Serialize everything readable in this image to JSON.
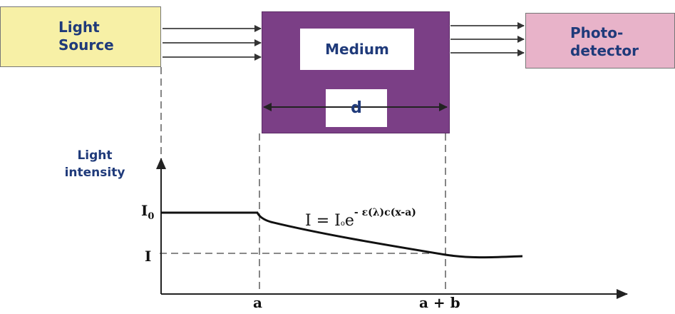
{
  "source": {
    "label_line1": "Light",
    "label_line2": "Source"
  },
  "detector": {
    "label_line1": "Photo-",
    "label_line2": "detector"
  },
  "medium": {
    "label": "Medium",
    "thickness_label": "d"
  },
  "y_axis": {
    "label_line1": "Light",
    "label_line2": "intensity",
    "tick_i0": "I0",
    "tick_i": "I"
  },
  "x_axis": {
    "tick_a": "a",
    "tick_ab": "a + b"
  },
  "equation": {
    "lhs": "I",
    "eq": "=",
    "coef": "I",
    "coef_sub": "o",
    "base": "e",
    "exponent": "- ε(λ)c(x-a)"
  },
  "colors": {
    "source_fill": "#f7f0a6",
    "detector_fill": "#e8b3c9",
    "medium_fill": "#7b3f86",
    "text_blue": "#1f3a7a"
  }
}
